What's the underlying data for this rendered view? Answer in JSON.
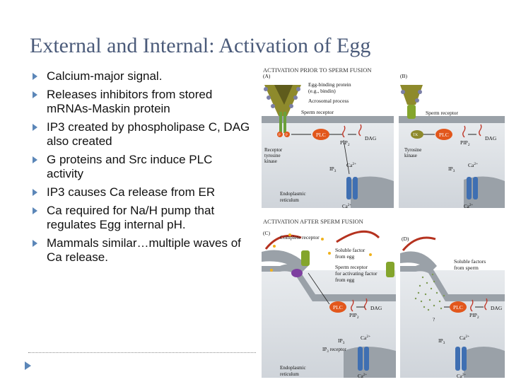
{
  "title": "External and Internal: Activation of Egg",
  "bullets": [
    "Calcium-major signal.",
    "Releases inhibitors from stored mRNAs-Maskin protein",
    "IP3 created by phospholipase C, DAG also created",
    "G proteins and Src induce PLC activity",
    "IP3 causes Ca release from ER",
    "Ca required for Na/H pump that regulates Egg internal pH.",
    "Mammals similar…multiple waves of Ca release."
  ],
  "figure": {
    "top_header": "ACTIVATION PRIOR TO SPERM FUSION",
    "bottom_header": "ACTIVATION AFTER SPERM FUSION",
    "panel_letters": [
      "(A)",
      "(B)",
      "(C)",
      "(D)"
    ],
    "labels": {
      "egg_binding_protein": "Egg-binding protein",
      "bindin": "(e.g., bindin)",
      "acrosomal_process": "Acrosomal process",
      "sperm_receptor": "Sperm receptor",
      "receptor_tyrosine_kinase_1": "Receptor",
      "receptor_tyrosine_kinase_2": "tyrosine",
      "receptor_tyrosine_kinase_3": "kinase",
      "tyrosine_kinase_1": "Tyrosine",
      "tyrosine_kinase_2": "kinase",
      "plc": "PLC",
      "pip2": "PIP",
      "dag": "DAG",
      "ip3": "IP",
      "ca": "Ca",
      "er_1": "Endoplasmic",
      "er_2": "reticulum",
      "complete_receptor": "Complete receptor",
      "soluble_factor_1": "Soluble factor",
      "soluble_factor_2": "from egg",
      "sperm_receptor_c1": "Sperm receptor",
      "sperm_receptor_c2": "for activating factor",
      "sperm_receptor_c3": "from egg",
      "ip3_receptor": "receptor",
      "soluble_factors_d1": "Soluble factors",
      "soluble_factors_d2": "from sperm",
      "question": "?",
      "tk": "TK",
      "p": "P",
      "sub2": "2",
      "sub3": "3",
      "sup2plus": "2+"
    }
  },
  "colors": {
    "title": "#4b5b7a",
    "bullet_arrow": "#5b86b8",
    "plc_orange": "#e2571c",
    "channel_blue": "#3f6fb2",
    "membrane_gray": "#9aa1a8",
    "cytoplasm": "#dfe3e8",
    "sperm_olive": "#8e8a2c",
    "receptor_green": "#84a52c"
  }
}
